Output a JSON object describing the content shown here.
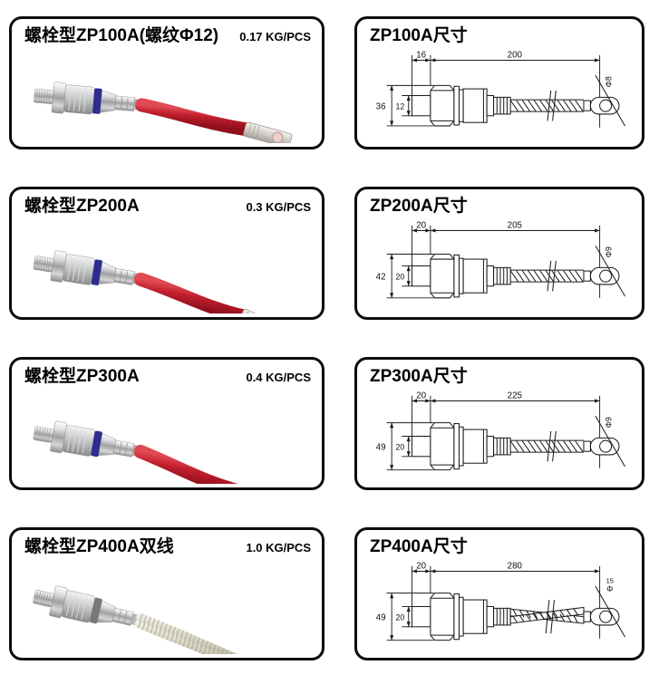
{
  "page": {
    "background": "#ffffff",
    "panel_border_color": "#0c0c0c",
    "cable_red": "#c21f2d",
    "blue_ring": "#2c2d8e",
    "braid_silver": "#d8d4c4"
  },
  "rows": [
    {
      "product": {
        "title": "螺栓型ZP100A(螺纹Φ12)",
        "weight": "0.17 KG/PCS"
      },
      "drawing": {
        "title": "ZP100A尺寸",
        "dims": {
          "stud_len": "16",
          "lead_len": "200",
          "body_h": "36",
          "stud_d": "12",
          "hole_d": "Φ8"
        },
        "double_lead": false,
        "stacked_hole_label": false
      },
      "photo": {
        "cable": "red-sleeved",
        "blue_ring": true,
        "double_lead": false
      }
    },
    {
      "product": {
        "title": "螺栓型ZP200A",
        "weight": "0.3 KG/PCS"
      },
      "drawing": {
        "title": "ZP200A尺寸",
        "dims": {
          "stud_len": "20",
          "lead_len": "205",
          "body_h": "42",
          "stud_d": "20",
          "hole_d": "Φ9"
        },
        "double_lead": false,
        "stacked_hole_label": false
      },
      "photo": {
        "cable": "red-sleeved",
        "blue_ring": true,
        "double_lead": false
      }
    },
    {
      "product": {
        "title": "螺栓型ZP300A",
        "weight": "0.4 KG/PCS"
      },
      "drawing": {
        "title": "ZP300A尺寸",
        "dims": {
          "stud_len": "20",
          "lead_len": "225",
          "body_h": "49",
          "stud_d": "20",
          "hole_d": "Φ9"
        },
        "double_lead": false,
        "stacked_hole_label": false
      },
      "photo": {
        "cable": "red-sleeved",
        "blue_ring": true,
        "double_lead": false
      }
    },
    {
      "product": {
        "title": "螺栓型ZP400A双线",
        "weight": "1.0 KG/PCS"
      },
      "drawing": {
        "title": "ZP400A尺寸",
        "dims": {
          "stud_len": "20",
          "lead_len": "280",
          "body_h": "49",
          "stud_d": "20",
          "hole_d": "Φ15"
        },
        "double_lead": true,
        "stacked_hole_label": true
      },
      "photo": {
        "cable": "bare-braided",
        "blue_ring": false,
        "double_lead": true
      }
    }
  ]
}
